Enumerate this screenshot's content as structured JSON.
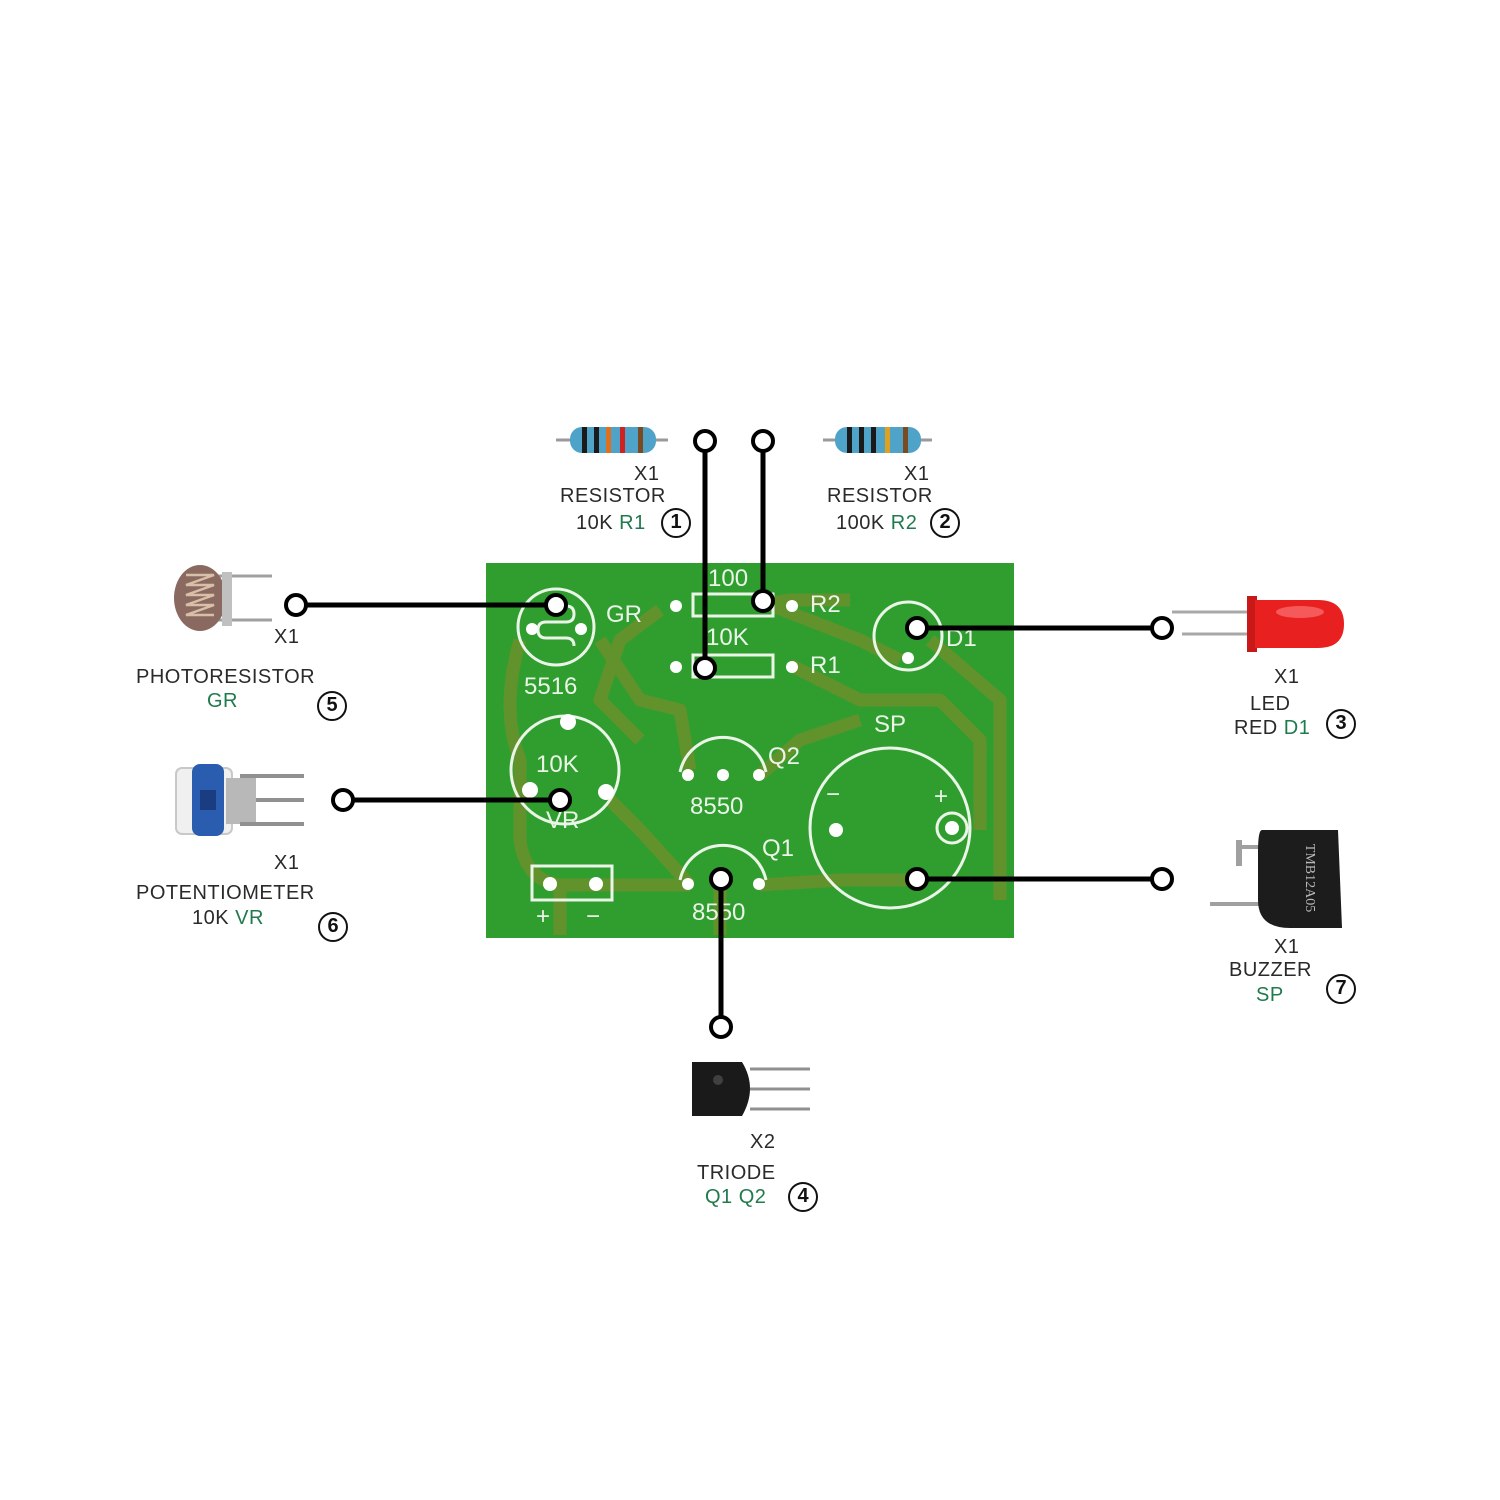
{
  "colors": {
    "pcb": "#2f9e2f",
    "trace": "#7a8a2a",
    "silkscreen": "#eaf5e8",
    "label_green": "#1f7a4c",
    "led_red": "#e02020"
  },
  "components": [
    {
      "id": "r1",
      "qty": "X1",
      "name": "RESISTOR",
      "value": "10K",
      "ref": "R1",
      "number": "1"
    },
    {
      "id": "r2",
      "qty": "X1",
      "name": "RESISTOR",
      "value": "100K",
      "ref": "R2",
      "number": "2"
    },
    {
      "id": "led",
      "qty": "X1",
      "name": "LED",
      "value": "RED",
      "ref": "D1",
      "number": "3"
    },
    {
      "id": "triode",
      "qty": "X2",
      "name": "TRIODE",
      "value": "",
      "ref": "Q1 Q2",
      "number": "4"
    },
    {
      "id": "photoresistor",
      "qty": "X1",
      "name": "PHOTORESISTOR",
      "value": "",
      "ref": "GR",
      "number": "5"
    },
    {
      "id": "potentiometer",
      "qty": "X1",
      "name": "POTENTIOMETER",
      "value": "10K",
      "ref": "VR",
      "number": "6"
    },
    {
      "id": "buzzer",
      "qty": "X1",
      "name": "BUZZER",
      "value": "",
      "ref": "SP",
      "number": "7"
    }
  ],
  "pcb_silkscreen": {
    "r2_value": "100",
    "r2_ref": "R2",
    "r1_value": "10K",
    "r1_ref": "R1",
    "gr_ref": "GR",
    "gr_part": "5516",
    "d1_ref": "D1",
    "vr_value": "10K",
    "vr_ref": "VR",
    "q2_ref": "Q2",
    "q2_part": "8550",
    "q1_ref": "Q1",
    "q1_part": "8550",
    "sp_ref": "SP",
    "sp_minus": "−",
    "sp_plus": "+",
    "power_plus": "+",
    "power_minus": "−"
  },
  "buzzer_marking": "TMB12A05"
}
